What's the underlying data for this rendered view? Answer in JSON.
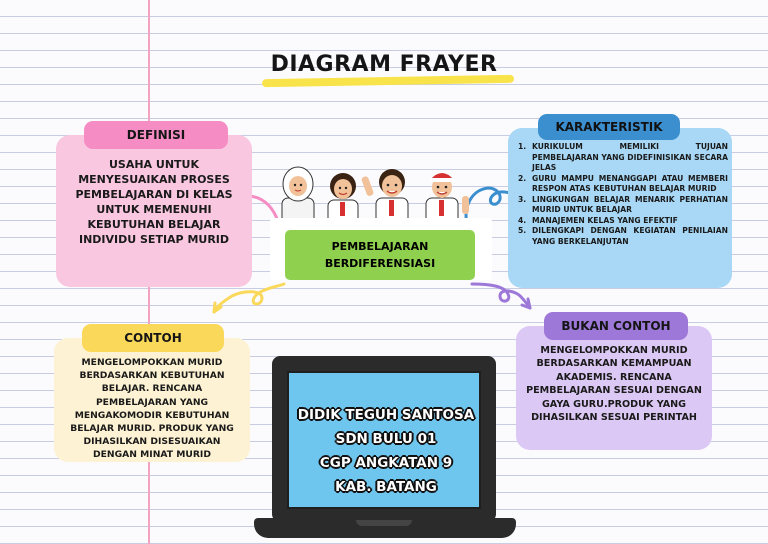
{
  "title": "DIAGRAM FRAYER",
  "center": {
    "line1": "PEMBELAJARAN",
    "line2": "BERDIFERENSIASI"
  },
  "definisi": {
    "label": "DEFINISI",
    "text": "USAHA UNTUK MENYESUAIKAN PROSES PEMBELAJARAN DI KELAS UNTUK MEMENUHI KEBUTUHAN BELAJAR INDIVIDU SETIAP MURID"
  },
  "karakteristik": {
    "label": "KARAKTERISTIK",
    "items": [
      {
        "num": "1.",
        "text": "KURIKULUM MEMILIKI TUJUAN PEMBELAJARAN YANG DIDEFINISIKAN SECARA JELAS"
      },
      {
        "num": "2.",
        "text": "GURU MAMPU MENANGGAPI ATAU MEMBERI RESPON ATAS KEBUTUHAN BELAJAR MURID"
      },
      {
        "num": "3.",
        "text": "LINGKUNGAN BELAJAR MENARIK PERHATIAN MURID UNTUK BELAJAR"
      },
      {
        "num": "4.",
        "text": "MANAJEMEN KELAS YANG EFEKTIF"
      },
      {
        "num": "5.",
        "text": "DILENGKAPI DENGAN KEGIATAN PENILAIAN YANG BERKELANJUTAN"
      }
    ]
  },
  "contoh": {
    "label": "CONTOH",
    "text": "MENGELOMPOKKAN MURID BERDASARKAN KEBUTUHAN BELAJAR. RENCANA PEMBELAJARAN YANG MENGAKOMODIR KEBUTUHAN BELAJAR MURID. PRODUK YANG DIHASILKAN DISESUAIKAN DENGAN MINAT MURID"
  },
  "bukan_contoh": {
    "label": "BUKAN CONTOH",
    "text": "MENGELOMPOKKAN MURID BERDASARKAN KEMAMPUAN AKADEMIS. RENCANA PEMBELAJARAN SESUAI DENGAN GAYA GURU.PRODUK YANG DIHASILKAN SESUAI PERINTAH"
  },
  "screen": {
    "line1": "DIDIK TEGUH SANTOSA",
    "line2": "SDN BULU 01",
    "line3": "CGP ANGKATAN 9",
    "line4": "KAB. BATANG"
  },
  "colors": {
    "definisi_label": "#f58cc4",
    "definisi_box": "#f9c7e0",
    "karakteristik_label": "#3c8fcf",
    "karakteristik_box": "#a8d8f6",
    "contoh_label": "#fad85a",
    "contoh_box": "#fdf2d3",
    "bukan_contoh_label": "#9d78d8",
    "bukan_contoh_box": "#dcc8f4",
    "center": "#8fd14f",
    "screen": "#6ec5ee",
    "title_highlight": "#f8e34a"
  },
  "icons": [
    "students-illustration",
    "laptop-illustration",
    "curly-arrow-icon"
  ]
}
